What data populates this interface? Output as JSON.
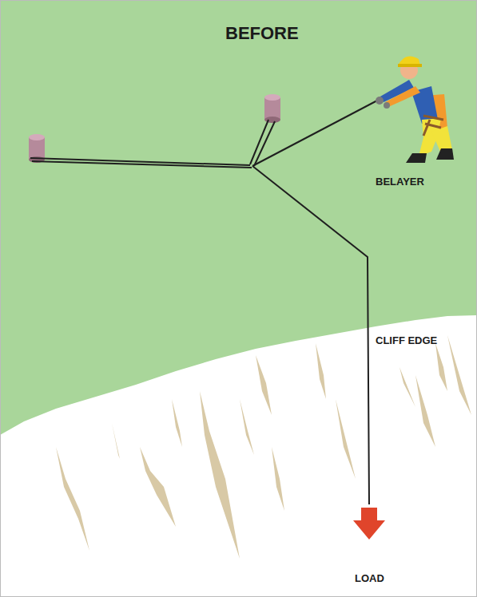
{
  "diagram": {
    "title": "BEFORE",
    "labels": [
      "BELAYER",
      "CLIFF EDGE",
      "LOAD"
    ]
  }
}
